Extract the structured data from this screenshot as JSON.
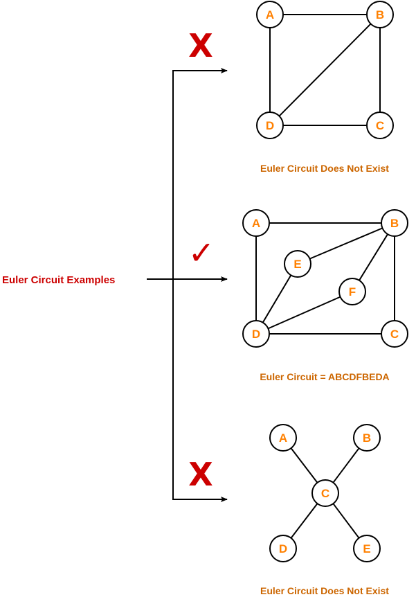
{
  "title": "Euler Circuit Examples",
  "colors": {
    "title": "#cc0000",
    "node_label": "#ff8000",
    "caption": "#cc6600",
    "mark": "#cc0000",
    "stroke": "#000000"
  },
  "examples": [
    {
      "id": "example-1",
      "status": "cross",
      "mark_glyph": "X",
      "caption": "Euler Circuit Does Not Exist",
      "nodes": [
        "A",
        "B",
        "C",
        "D"
      ],
      "edges": [
        [
          "A",
          "B"
        ],
        [
          "A",
          "D"
        ],
        [
          "B",
          "C"
        ],
        [
          "B",
          "D"
        ],
        [
          "D",
          "C"
        ]
      ]
    },
    {
      "id": "example-2",
      "status": "check",
      "mark_glyph": "✓",
      "caption": "Euler Circuit = ABCDFBEDA",
      "nodes": [
        "A",
        "B",
        "C",
        "D",
        "E",
        "F"
      ],
      "edges": [
        [
          "A",
          "B"
        ],
        [
          "A",
          "D"
        ],
        [
          "B",
          "C"
        ],
        [
          "D",
          "C"
        ],
        [
          "B",
          "E"
        ],
        [
          "E",
          "D"
        ],
        [
          "B",
          "F"
        ],
        [
          "F",
          "D"
        ]
      ]
    },
    {
      "id": "example-3",
      "status": "cross",
      "mark_glyph": "X",
      "caption": "Euler Circuit Does Not Exist",
      "nodes": [
        "A",
        "B",
        "C",
        "D",
        "E"
      ],
      "edges": [
        [
          "A",
          "C"
        ],
        [
          "B",
          "C"
        ],
        [
          "C",
          "D"
        ],
        [
          "C",
          "E"
        ]
      ]
    }
  ]
}
